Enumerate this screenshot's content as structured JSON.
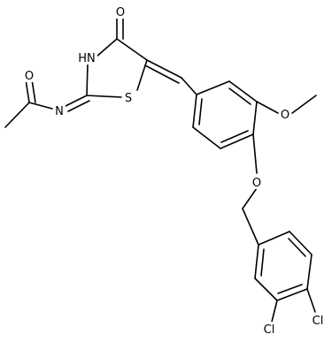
{
  "molecule": {
    "atoms": {
      "O_carbonyl_top": "O",
      "NH_ring": "HN",
      "O_acetyl": "O",
      "N_imine": "N",
      "S_ring": "S",
      "O_methoxy": "O",
      "O_ether": "O",
      "Cl_left": "Cl",
      "Cl_right": "Cl"
    }
  }
}
